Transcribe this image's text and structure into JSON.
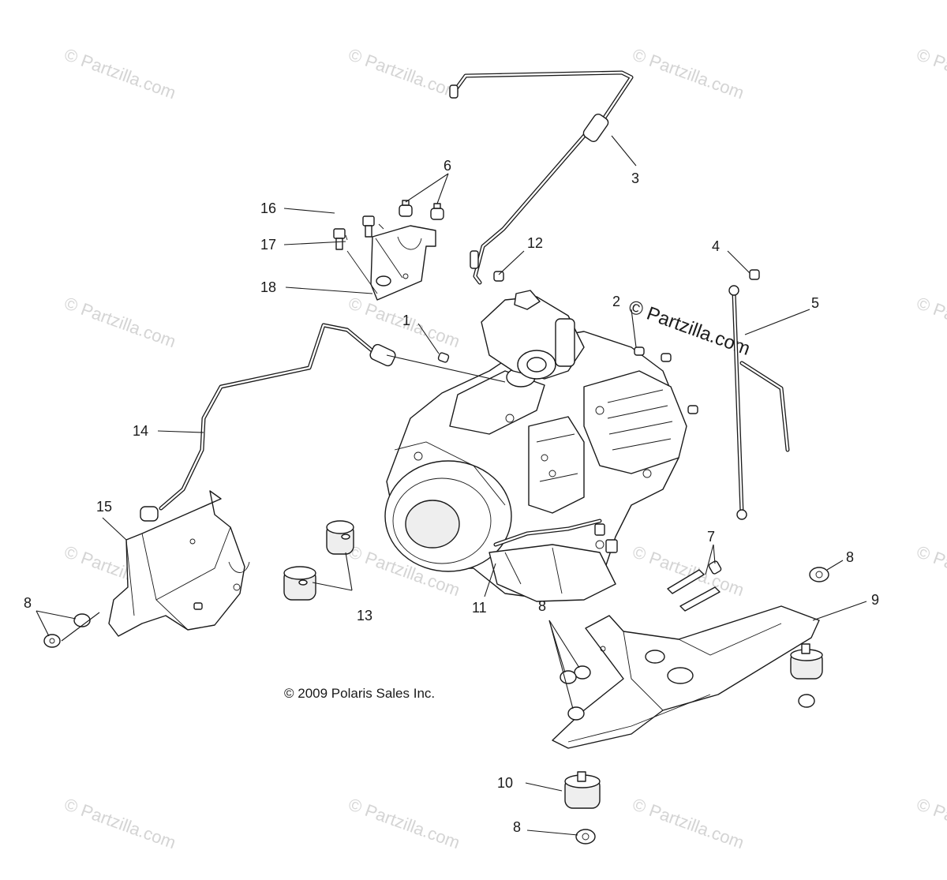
{
  "watermark": "© Partzilla.com",
  "copyright": "© 2009 Polaris Sales Inc.",
  "callouts": {
    "c1": "1",
    "c2": "2",
    "c3": "3",
    "c4": "4",
    "c5": "5",
    "c6": "6",
    "c7": "7",
    "c8a": "8",
    "c8b": "8",
    "c8c": "8",
    "c8d": "8",
    "c9": "9",
    "c10": "10",
    "c11": "11",
    "c12": "12",
    "c13": "13",
    "c14": "14",
    "c15": "15",
    "c16": "16",
    "c17": "17",
    "c18": "18"
  },
  "colors": {
    "line": "#1a1a1a",
    "watermark": "#d4d4d4",
    "background": "#ffffff"
  }
}
